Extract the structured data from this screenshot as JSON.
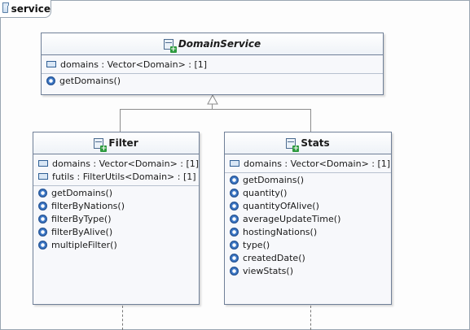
{
  "package": {
    "name": "service"
  },
  "classes": {
    "domainservice": {
      "name": "DomainService",
      "attributes": [
        "domains : Vector<Domain> :  [1]"
      ],
      "operations": [
        "getDomains()"
      ]
    },
    "filter": {
      "name": "Filter",
      "attributes": [
        "domains : Vector<Domain> :  [1]",
        "futils : FilterUtils<Domain> :  [1]"
      ],
      "operations": [
        "getDomains()",
        "filterByNations()",
        "filterByType()",
        "filterByAlive()",
        "multipleFilter()"
      ]
    },
    "stats": {
      "name": "Stats",
      "attributes": [
        "domains : Vector<Domain> :  [1]"
      ],
      "operations": [
        "getDomains()",
        "quantity()",
        "quantityOfAlive()",
        "averageUpdateTime()",
        "hostingNations()",
        "type()",
        "createdDate()",
        "viewStats()"
      ]
    }
  }
}
